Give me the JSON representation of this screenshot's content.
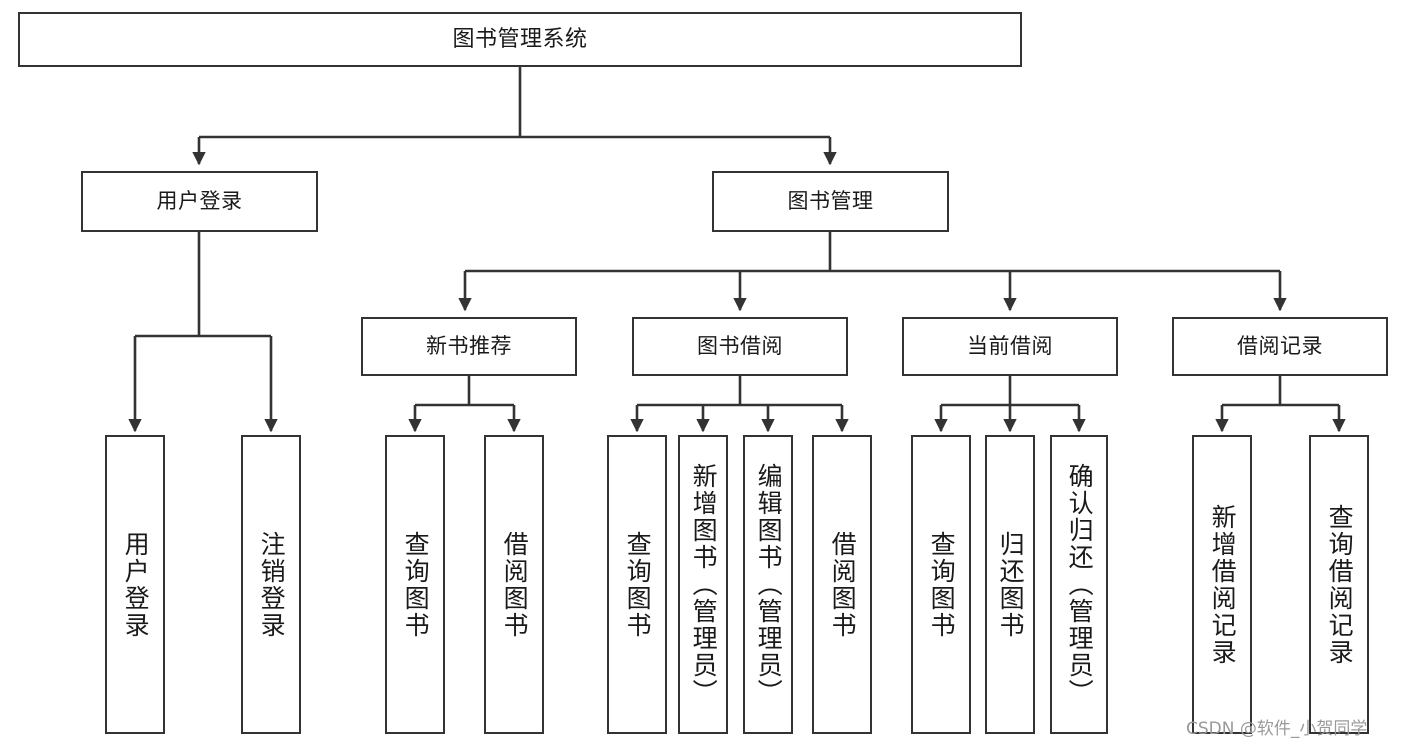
{
  "diagram": {
    "title": "图书管理系统",
    "type": "tree",
    "background_color": "#ffffff",
    "border_color": "#333333",
    "text_color": "#1a1a1a"
  },
  "nodes": {
    "root": {
      "label": "图书管理系统"
    },
    "level1": [
      {
        "id": "user-login",
        "label": "用户登录"
      },
      {
        "id": "book-management",
        "label": "图书管理"
      }
    ],
    "level2": [
      {
        "id": "new-book-recommend",
        "label": "新书推荐"
      },
      {
        "id": "book-borrow",
        "label": "图书借阅"
      },
      {
        "id": "current-borrow",
        "label": "当前借阅"
      },
      {
        "id": "borrow-record",
        "label": "借阅记录"
      }
    ],
    "leaves": {
      "user_login": [
        {
          "id": "leaf-user-login",
          "label": "用户登录"
        },
        {
          "id": "leaf-logout-login",
          "label": "注销登录"
        }
      ],
      "new_book_recommend": [
        {
          "id": "leaf-query-book-1",
          "label": "查询图书"
        },
        {
          "id": "leaf-borrow-book-1",
          "label": "借阅图书"
        }
      ],
      "book_borrow": [
        {
          "id": "leaf-query-book-2",
          "label": "查询图书"
        },
        {
          "id": "leaf-add-book",
          "label": "新增图书（管理员）"
        },
        {
          "id": "leaf-edit-book",
          "label": "编辑图书（管理员）"
        },
        {
          "id": "leaf-borrow-book-2",
          "label": "借阅图书"
        }
      ],
      "current_borrow": [
        {
          "id": "leaf-query-book-3",
          "label": "查询图书"
        },
        {
          "id": "leaf-return-book",
          "label": "归还图书"
        },
        {
          "id": "leaf-confirm-return",
          "label": "确认归还（管理员）"
        }
      ],
      "borrow_record": [
        {
          "id": "leaf-add-record",
          "label": "新增借阅记录"
        },
        {
          "id": "leaf-query-record",
          "label": "查询借阅记录"
        }
      ]
    }
  },
  "watermark": {
    "text": "CSDN @软件_小贺同学"
  },
  "chart_data": {
    "type": "table",
    "title": "图书管理系统 功能结构图",
    "levels": 4,
    "hierarchy": [
      {
        "label": "图书管理系统",
        "children": [
          {
            "label": "用户登录",
            "children": [
              {
                "label": "用户登录"
              },
              {
                "label": "注销登录"
              }
            ]
          },
          {
            "label": "图书管理",
            "children": [
              {
                "label": "新书推荐",
                "children": [
                  {
                    "label": "查询图书"
                  },
                  {
                    "label": "借阅图书"
                  }
                ]
              },
              {
                "label": "图书借阅",
                "children": [
                  {
                    "label": "查询图书"
                  },
                  {
                    "label": "新增图书（管理员）"
                  },
                  {
                    "label": "编辑图书（管理员）"
                  },
                  {
                    "label": "借阅图书"
                  }
                ]
              },
              {
                "label": "当前借阅",
                "children": [
                  {
                    "label": "查询图书"
                  },
                  {
                    "label": "归还图书"
                  },
                  {
                    "label": "确认归还（管理员）"
                  }
                ]
              },
              {
                "label": "借阅记录",
                "children": [
                  {
                    "label": "新增借阅记录"
                  },
                  {
                    "label": "查询借阅记录"
                  }
                ]
              }
            ]
          }
        ]
      }
    ]
  }
}
